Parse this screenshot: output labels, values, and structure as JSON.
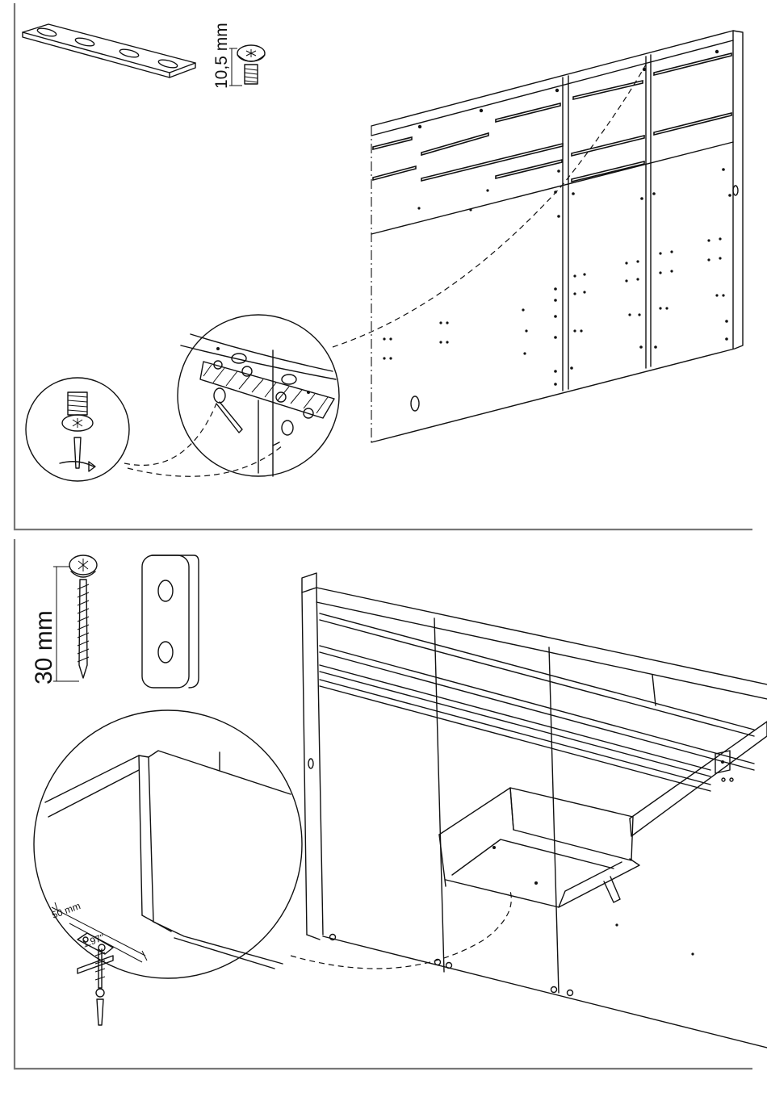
{
  "step_1": {
    "screw_length_label": "10,5 mm"
  },
  "step_2": {
    "screw_length_label": "30 mm",
    "offset_metric_label": "50 mm",
    "offset_imperial_label": "1.97\""
  }
}
